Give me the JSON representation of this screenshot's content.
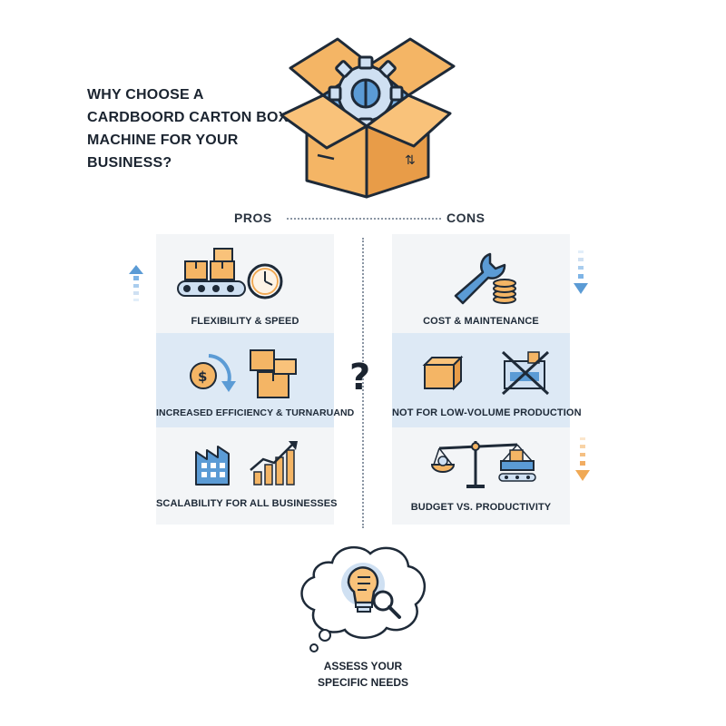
{
  "header": {
    "title": "WHY CHOOSE A CARDBOORD CARTON BOX MACHINE FOR YOUR BUSINESS?"
  },
  "columns": {
    "pros_label": "PROS",
    "cons_label": "CONS"
  },
  "pros": [
    {
      "label": "FLEXIBILITY & SPEED",
      "icon": "conveyor-clock-icon"
    },
    {
      "label": "INCREASED EFFICIENCY & TURNARUAND",
      "icon": "money-cycle-boxes-icon"
    },
    {
      "label": "SCALABILITY FOR ALL BUSINESSES",
      "icon": "factory-growth-chart-icon"
    }
  ],
  "cons": [
    {
      "label": "COST & MAINTENANCE",
      "icon": "wrench-coins-icon"
    },
    {
      "label": "NOT FOR LOW-VOLUME PRODUCTION",
      "icon": "crossed-machine-icon"
    },
    {
      "label": "BUDGET VS. PRODUCTIVITY",
      "icon": "balance-scale-icon"
    }
  ],
  "center_symbol": "?",
  "footer": {
    "text": "ASSESS YOUR SPECIFIC NEEDS",
    "icon": "lightbulb-magnifier-icon"
  },
  "colors": {
    "accent_orange": "#f0a955",
    "accent_blue": "#5b9bd5",
    "outline": "#1e2a38",
    "highlight_band": "#dde9f5",
    "panel": "#f3f5f7"
  }
}
